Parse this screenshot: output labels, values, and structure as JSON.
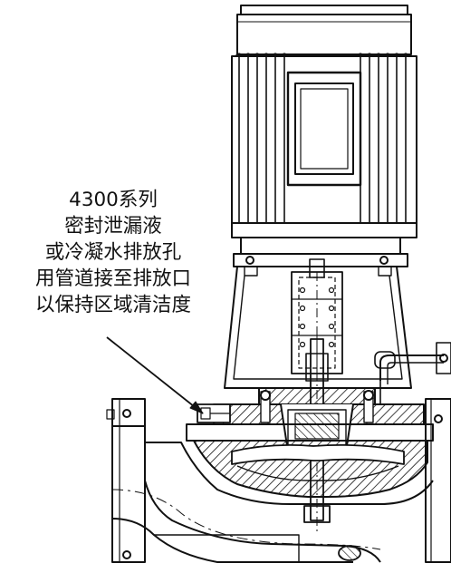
{
  "annotation": {
    "lines": [
      "4300系列",
      "密封泄漏液",
      "或冷凝水排放孔",
      "用管道接至排放口",
      "以保持区域清洁度"
    ]
  },
  "colors": {
    "ink": "#111111",
    "paper": "#ffffff",
    "shade": "#e8e8e8"
  }
}
